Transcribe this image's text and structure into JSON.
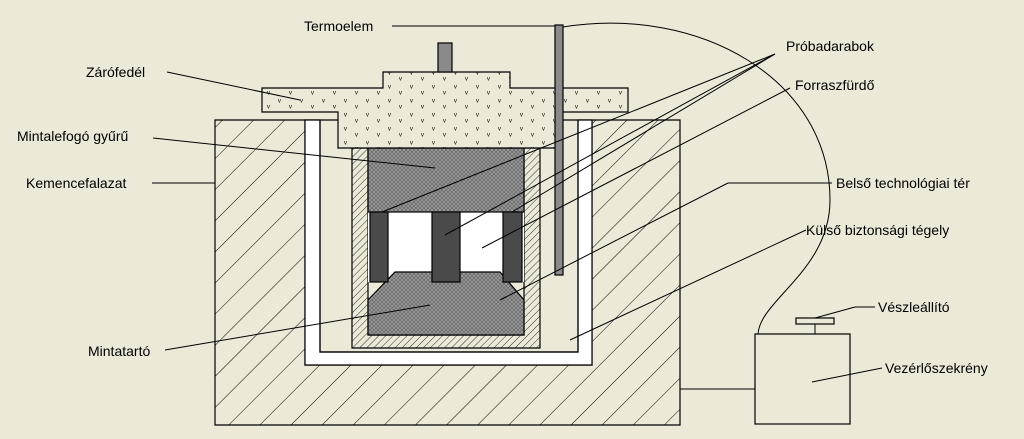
{
  "labels": {
    "termoelem": "Termoelem",
    "probadarabok": "Próbadarabok",
    "zarofedel": "Zárófedél",
    "forraszfurdo": "Forraszfürdő",
    "mintalefogo_gyuru": "Mintalefogó gyűrű",
    "kemencefalazat": "Kemencefalazat",
    "belso_technologiai_ter": "Belső technológiai tér",
    "kulso_biztonsagi_tegely": "Külső biztonsági tégely",
    "veszleallito": "Vészleállító",
    "mintatarto": "Mintatartó",
    "vezerloszekreny": "Vezérlőszekrény"
  },
  "colors": {
    "background": "#ece9d8",
    "dark_gray": "#4a4a4a",
    "mid_gray": "#8a8a8a",
    "outline": "#000000"
  }
}
